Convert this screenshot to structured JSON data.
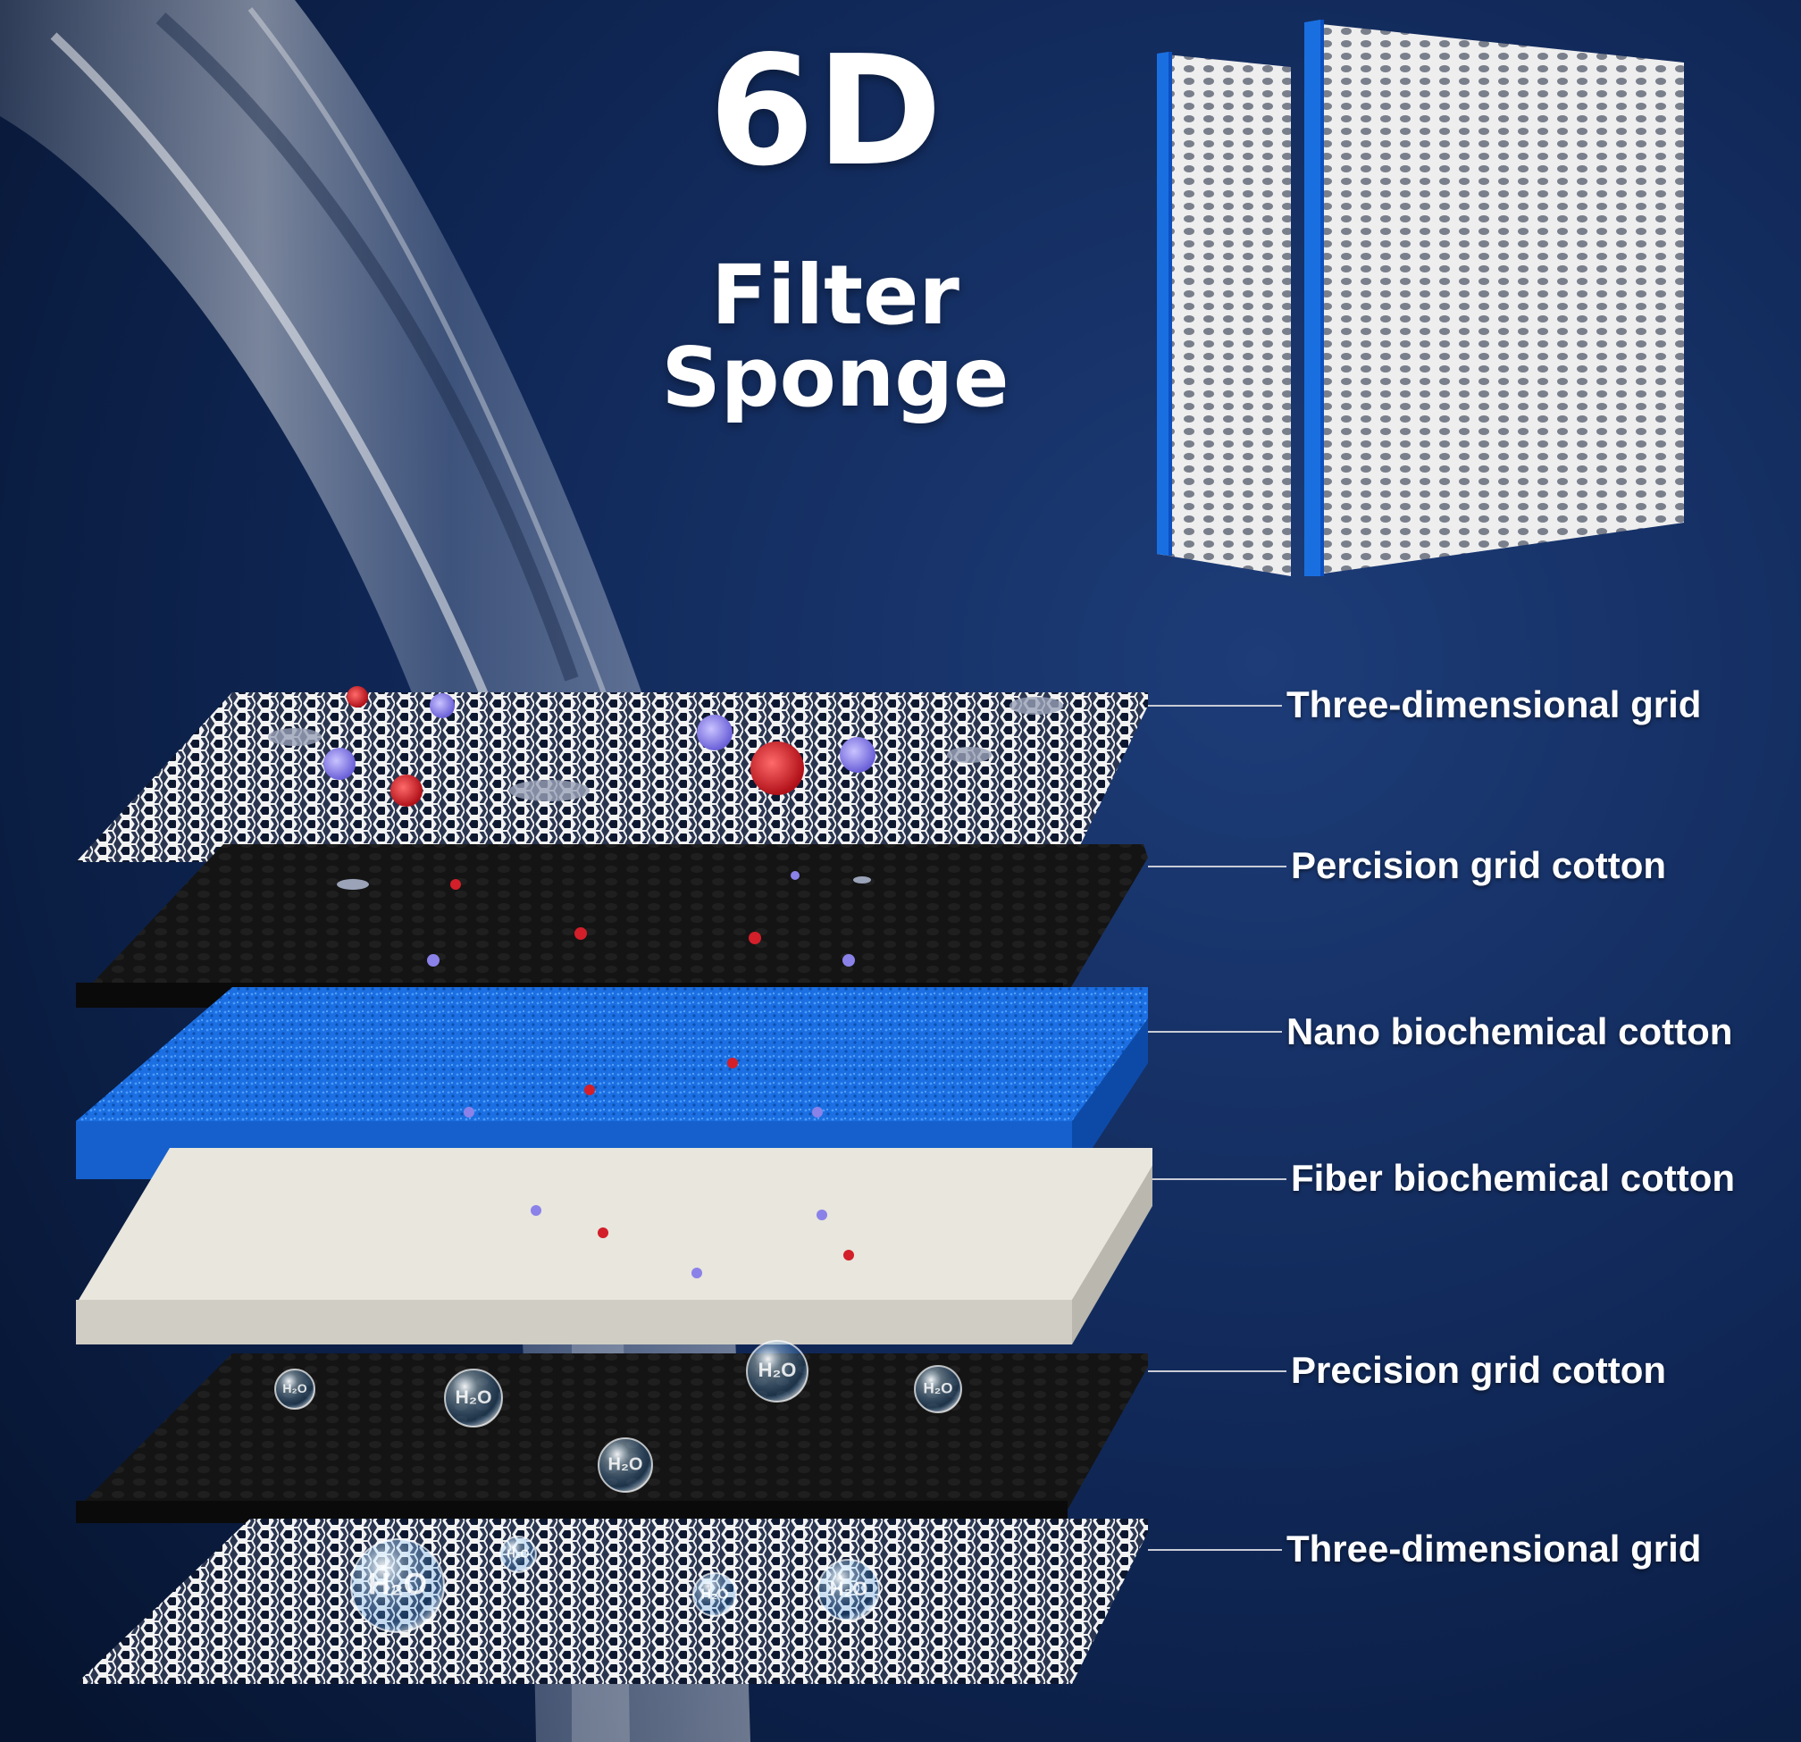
{
  "title": "6D",
  "subtitle": "Filter Sponge",
  "layers": [
    {
      "label": "Three-dimensional grid",
      "kind": "grid"
    },
    {
      "label": "Percision grid cotton",
      "kind": "black"
    },
    {
      "label": "Nano biochemical cotton",
      "kind": "blue"
    },
    {
      "label": "Fiber biochemical cotton",
      "kind": "white"
    },
    {
      "label": "Precision grid cotton",
      "kind": "black"
    },
    {
      "label": "Three-dimensional grid",
      "kind": "grid"
    }
  ],
  "bubble_text": "H₂O",
  "colors": {
    "background": "#0b1f45",
    "sponge_blue": "#1a6fe0",
    "black_layer": "#151515",
    "white_layer": "#e6e4dc",
    "particle_red": "#d21f2a",
    "particle_purple": "#8a82e8"
  }
}
